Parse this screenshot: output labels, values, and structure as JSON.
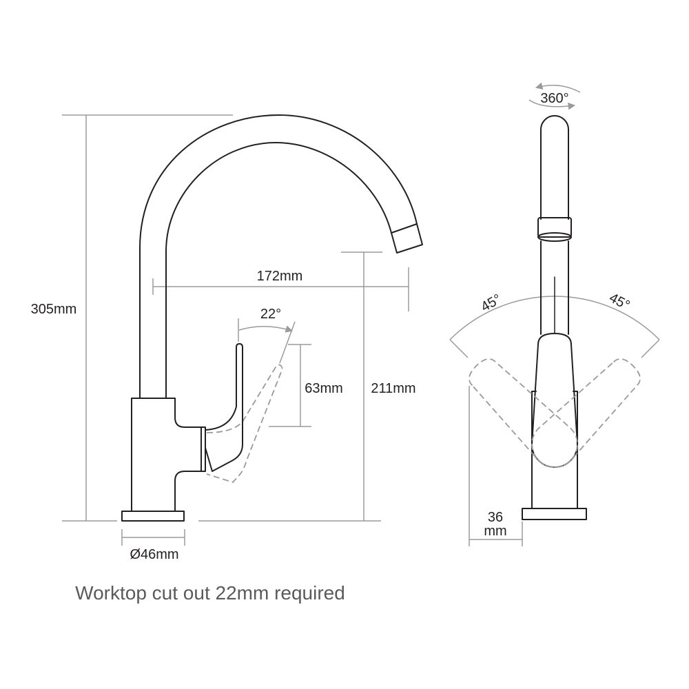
{
  "side_view": {
    "height_label": "305mm",
    "reach_label": "172mm",
    "lever_angle_label": "22°",
    "lever_height_label": "63mm",
    "spout_clearance_label": "211mm",
    "base_diameter_label": "Ø46mm"
  },
  "front_view": {
    "rotation_label": "360°",
    "left_angle_label": "45°",
    "right_angle_label": "45°",
    "body_width_value": "36",
    "body_width_unit": "mm"
  },
  "caption": "Worktop cut out 22mm required",
  "colors": {
    "outline": "#231f20",
    "dimension": "#9a9a9a",
    "caption": "#5a5a5a"
  }
}
